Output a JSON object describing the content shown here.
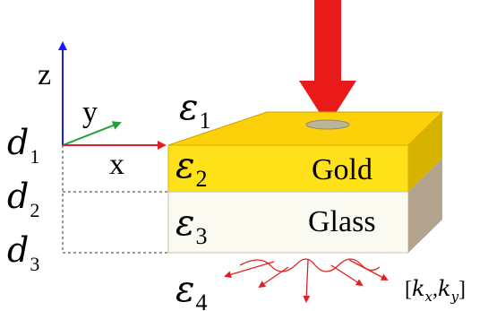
{
  "axes": {
    "z_label": "z",
    "y_label": "y",
    "x_label": "x",
    "colors": {
      "z": "#1a1aff",
      "y": "#1f9e3a",
      "x": "#e02020"
    }
  },
  "layers": {
    "eps1": {
      "symbol": "ε",
      "sub": "1"
    },
    "eps2": {
      "symbol": "ε",
      "sub": "2"
    },
    "eps3": {
      "symbol": "ε",
      "sub": "3"
    },
    "eps4": {
      "symbol": "ε",
      "sub": "4"
    },
    "gold_label": "Gold",
    "glass_label": "Glass"
  },
  "thickness": {
    "d1": {
      "symbol": "d",
      "sub": "1"
    },
    "d2": {
      "symbol": "d",
      "sub": "2"
    },
    "d3": {
      "symbol": "d",
      "sub": "3"
    }
  },
  "wavevector": {
    "open": "[",
    "k": "k",
    "sub_x": "x",
    "comma": ",",
    "sub_y": "y",
    "close": "]"
  },
  "colors": {
    "gold_front": "#ffe11a",
    "gold_top": "#fcd10a",
    "gold_side": "#d6b300",
    "glass_front": "#fbfaf0",
    "glass_side": "#b3a48f",
    "beam": "#e81a1a",
    "emission": "#e02020",
    "aperture": "#b9b49a"
  }
}
